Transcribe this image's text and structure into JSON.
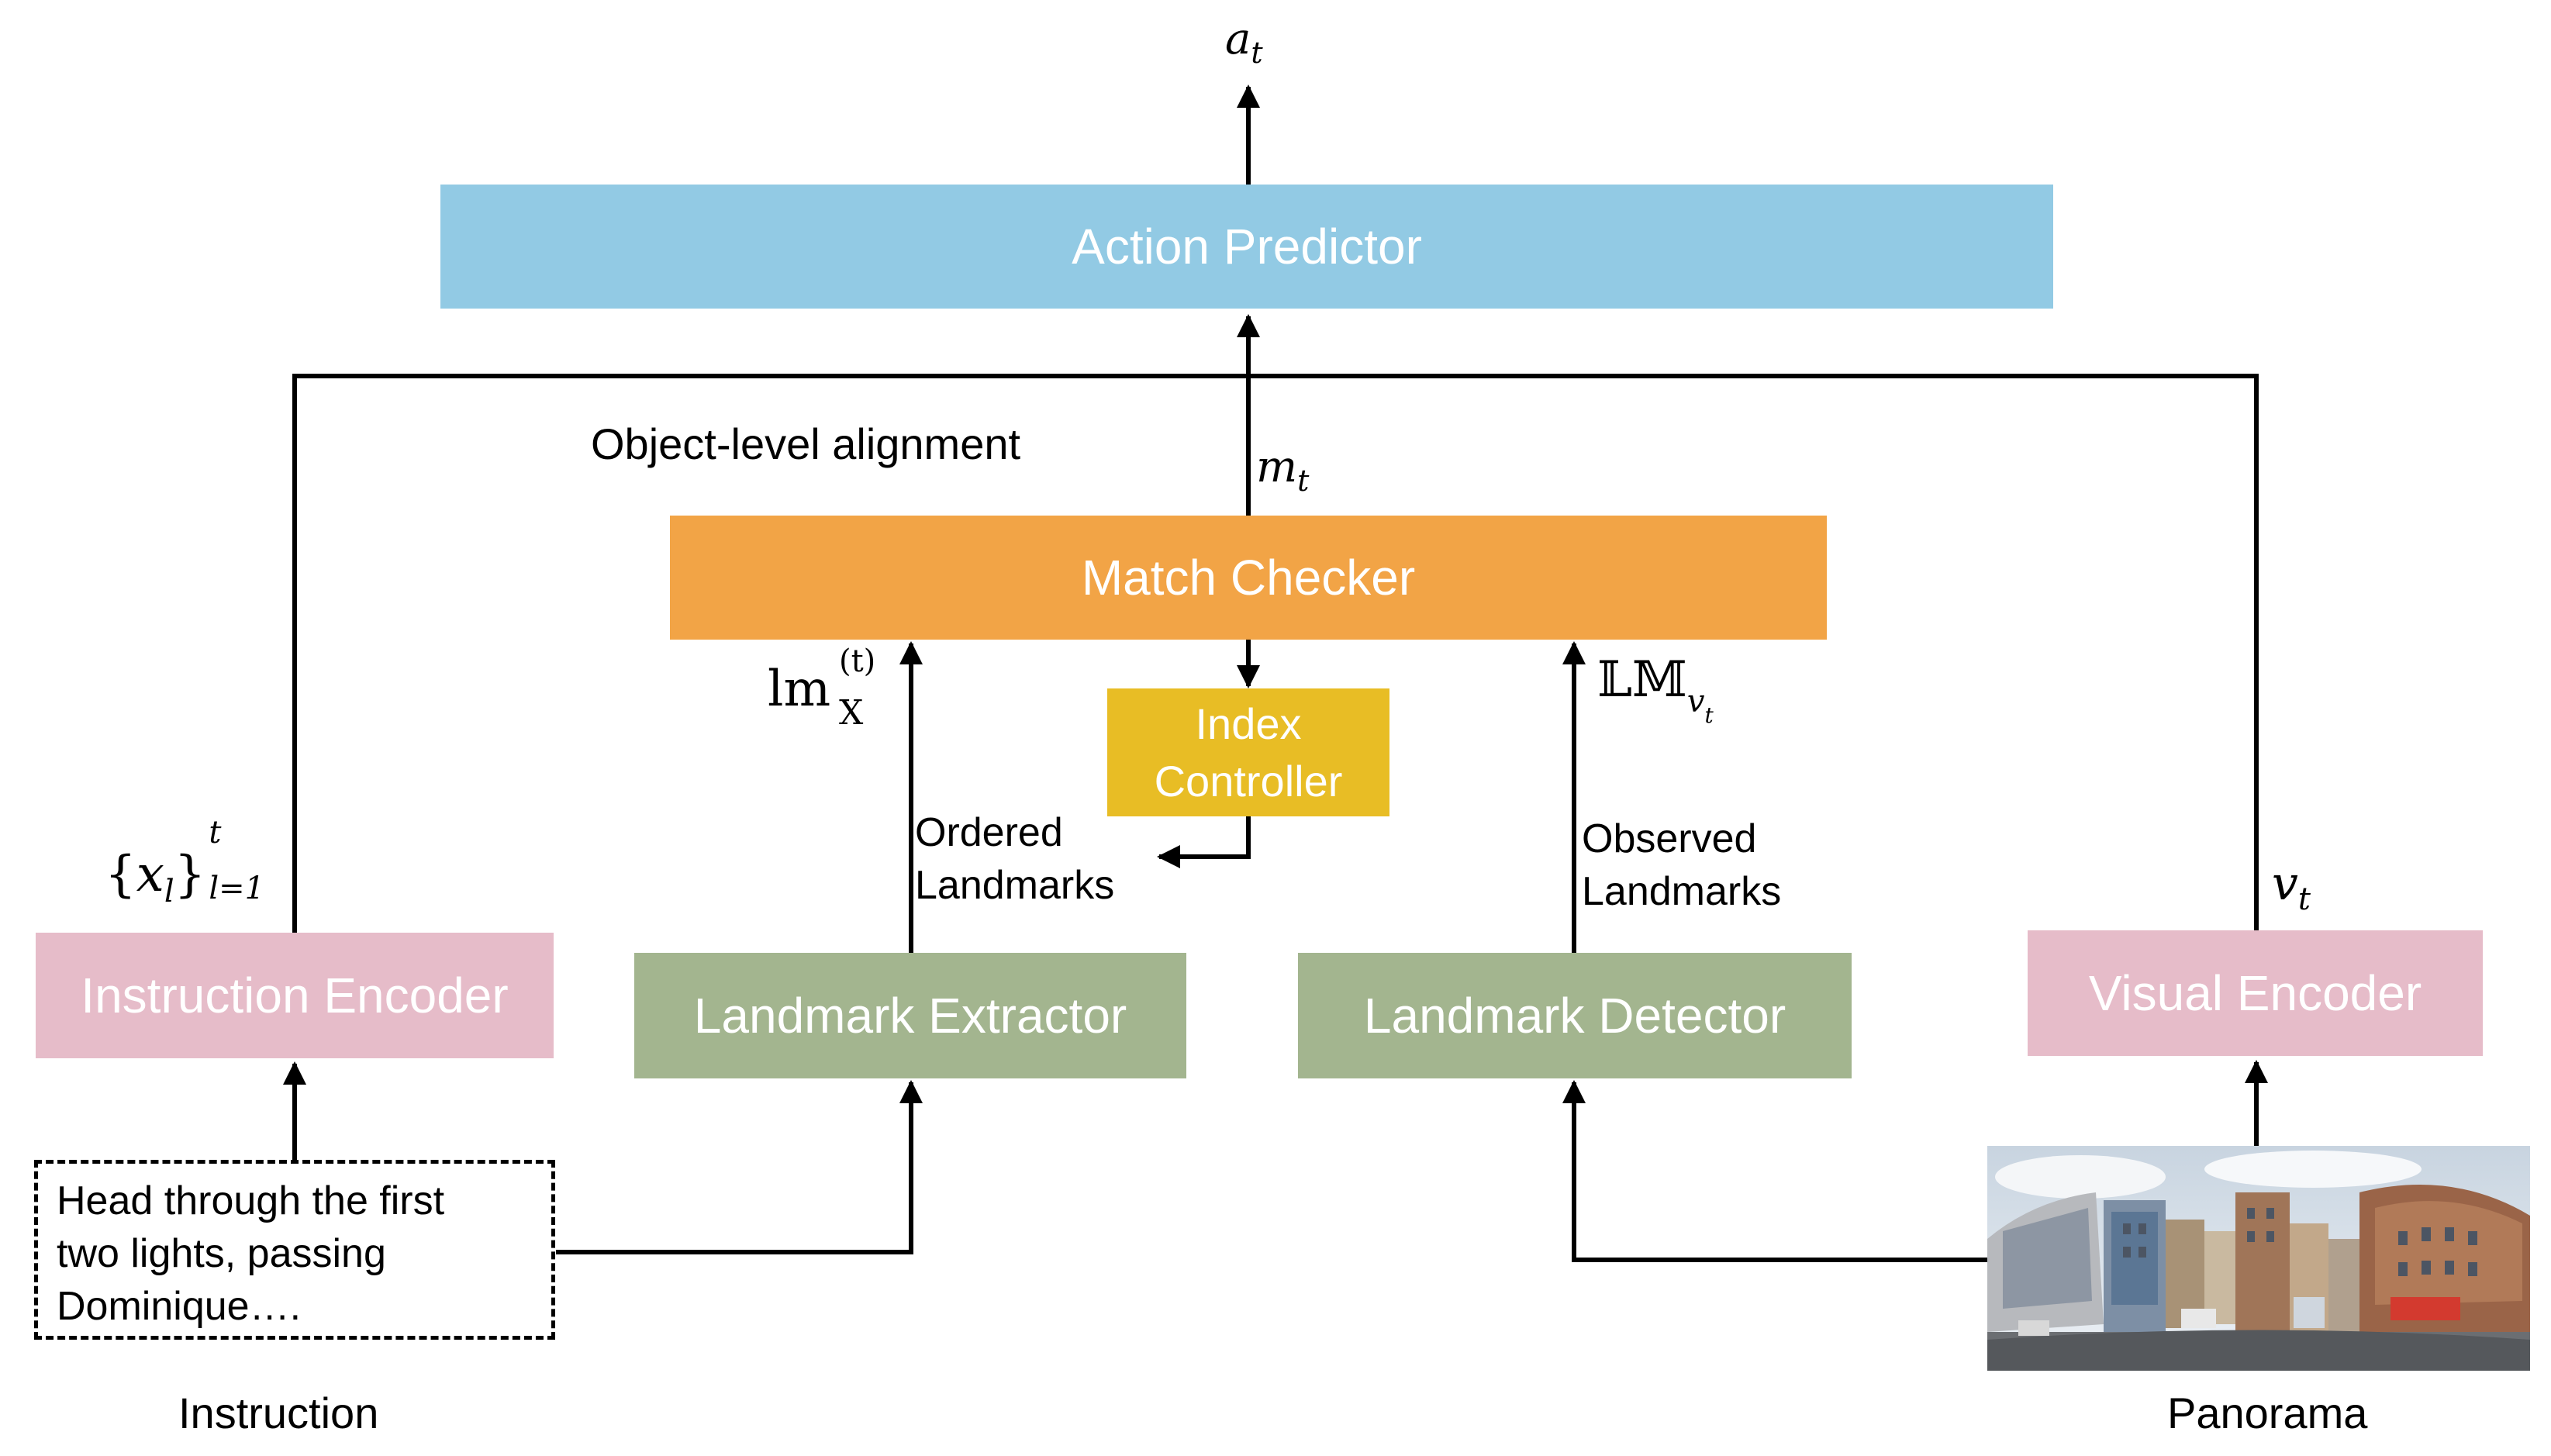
{
  "colors": {
    "action_predictor": "#92CAE4",
    "match_checker": "#F2A446",
    "index_controller": "#E8BD25",
    "landmark_box": "#A3B58F",
    "encoder": "#E6BCC9",
    "alignment_bg": "#DCDCDC",
    "line": "#000000"
  },
  "output_label": {
    "base": "a",
    "sub": "t"
  },
  "action_predictor": {
    "label": "Action Predictor"
  },
  "alignment": {
    "title": "Object-level alignment",
    "match_signal": {
      "base": "m",
      "sub": "t"
    },
    "match_checker": "Match Checker",
    "index_controller": [
      "Index",
      "Controller"
    ],
    "ordered_landmarks": [
      "Ordered",
      "Landmarks"
    ],
    "observed_landmarks": [
      "Observed",
      "Landmarks"
    ],
    "lm_label": {
      "base": "lm",
      "sup": "(t)",
      "sub": "X"
    },
    "LM_label": {
      "base": "𝕃𝕄",
      "sub": "v",
      "subsub": "t"
    },
    "landmark_extractor": "Landmark Extractor",
    "landmark_detector": "Landmark Detector"
  },
  "instruction_encoder": {
    "label": "Instruction Encoder"
  },
  "instruction_seq": {
    "open": "{",
    "x": "x",
    "xsub": "l",
    "close": "}",
    "sup": "t",
    "sub": "l=1"
  },
  "visual_encoder": {
    "label": "Visual Encoder"
  },
  "visual_feature": {
    "base": "v",
    "sub": "t"
  },
  "instruction_text": [
    "Head through the first",
    "two lights, passing",
    "Dominique…."
  ],
  "captions": {
    "instruction": "Instruction",
    "panorama": "Panorama"
  }
}
